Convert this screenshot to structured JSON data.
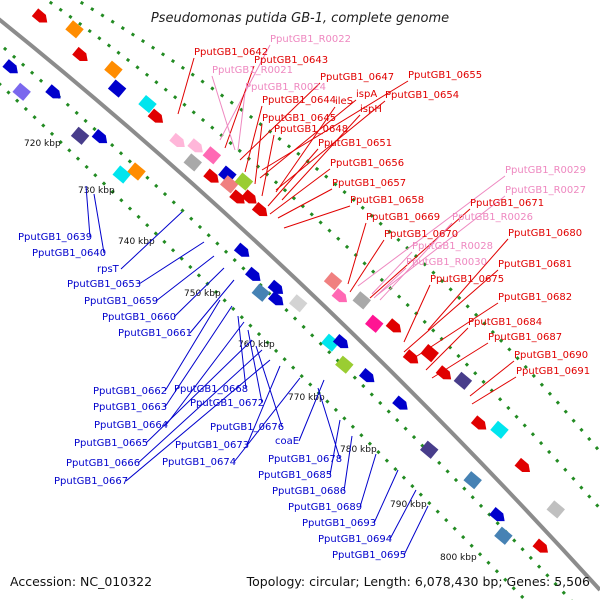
{
  "title": "Pseudomonas putida GB-1, complete genome",
  "footer": {
    "accession": "Accession: NC_010322",
    "summary": "Topology: circular; Length: 6,078,430 bp; Genes: 5,506"
  },
  "colors": {
    "cds_forward": "#e00000",
    "rna": "#ee88c0",
    "cds_reverse": "#0000cc",
    "backbone": "#8c8c8c",
    "dots": "#228b22"
  },
  "ticks": [
    "720 kbp",
    "730 kbp",
    "740 kbp",
    "750 kbp",
    "760 kbp",
    "770 kbp",
    "780 kbp",
    "790 kbp",
    "800 kbp"
  ],
  "labels_right": [
    {
      "text": "PputGB1_0642",
      "kind": "red"
    },
    {
      "text": "PputGB1_R0022",
      "kind": "pink"
    },
    {
      "text": "PputGB1_0643",
      "kind": "red"
    },
    {
      "text": "PputGB1_R0021",
      "kind": "pink"
    },
    {
      "text": "PputGB1_0647",
      "kind": "red"
    },
    {
      "text": "PputGB1_0655",
      "kind": "red"
    },
    {
      "text": "PputGB1_R0024",
      "kind": "pink"
    },
    {
      "text": "ispA",
      "kind": "red"
    },
    {
      "text": "PputGB1_0654",
      "kind": "red"
    },
    {
      "text": "PputGB1_0644",
      "kind": "red"
    },
    {
      "text": "ileS",
      "kind": "red"
    },
    {
      "text": "ispH",
      "kind": "red"
    },
    {
      "text": "PputGB1_0645",
      "kind": "red"
    },
    {
      "text": "PputGB1_0648",
      "kind": "red"
    },
    {
      "text": "PputGB1_0651",
      "kind": "red"
    },
    {
      "text": "PputGB1_0656",
      "kind": "red"
    },
    {
      "text": "PputGB1_0657",
      "kind": "red"
    },
    {
      "text": "PputGB1_R0029",
      "kind": "pink"
    },
    {
      "text": "PputGB1_R0027",
      "kind": "pink"
    },
    {
      "text": "PputGB1_0658",
      "kind": "red"
    },
    {
      "text": "PputGB1_0671",
      "kind": "red"
    },
    {
      "text": "PputGB1_0669",
      "kind": "red"
    },
    {
      "text": "PputGB1_R0026",
      "kind": "pink"
    },
    {
      "text": "PputGB1_0670",
      "kind": "red"
    },
    {
      "text": "PputGB1_0680",
      "kind": "red"
    },
    {
      "text": "PputGB1_R0028",
      "kind": "pink"
    },
    {
      "text": "PputGB1_R0030",
      "kind": "pink"
    },
    {
      "text": "PputGB1_0681",
      "kind": "red"
    },
    {
      "text": "PputGB1_0675",
      "kind": "red"
    },
    {
      "text": "PputGB1_0682",
      "kind": "red"
    },
    {
      "text": "PputGB1_0684",
      "kind": "red"
    },
    {
      "text": "PputGB1_0687",
      "kind": "red"
    },
    {
      "text": "PputGB1_0690",
      "kind": "red"
    },
    {
      "text": "PputGB1_0691",
      "kind": "red"
    }
  ],
  "labels_left": [
    {
      "text": "PputGB1_0639",
      "kind": "blue"
    },
    {
      "text": "PputGB1_0640",
      "kind": "blue"
    },
    {
      "text": "rpsT",
      "kind": "blue"
    },
    {
      "text": "PputGB1_0653",
      "kind": "blue"
    },
    {
      "text": "PputGB1_0659",
      "kind": "blue"
    },
    {
      "text": "PputGB1_0660",
      "kind": "blue"
    },
    {
      "text": "PputGB1_0661",
      "kind": "blue"
    },
    {
      "text": "PputGB1_0662",
      "kind": "blue"
    },
    {
      "text": "PputGB1_0668",
      "kind": "blue"
    },
    {
      "text": "PputGB1_0663",
      "kind": "blue"
    },
    {
      "text": "PputGB1_0672",
      "kind": "blue"
    },
    {
      "text": "PputGB1_0664",
      "kind": "blue"
    },
    {
      "text": "PputGB1_0676",
      "kind": "blue"
    },
    {
      "text": "PputGB1_0665",
      "kind": "blue"
    },
    {
      "text": "PputGB1_0673",
      "kind": "blue"
    },
    {
      "text": "coaE",
      "kind": "blue"
    },
    {
      "text": "PputGB1_0666",
      "kind": "blue"
    },
    {
      "text": "PputGB1_0674",
      "kind": "blue"
    },
    {
      "text": "PputGB1_0678",
      "kind": "blue"
    },
    {
      "text": "PputGB1_0667",
      "kind": "blue"
    },
    {
      "text": "PputGB1_0685",
      "kind": "blue"
    },
    {
      "text": "PputGB1_0686",
      "kind": "blue"
    },
    {
      "text": "PputGB1_0689",
      "kind": "blue"
    },
    {
      "text": "PputGB1_0693",
      "kind": "blue"
    },
    {
      "text": "PputGB1_0694",
      "kind": "blue"
    },
    {
      "text": "PputGB1_0695",
      "kind": "blue"
    }
  ]
}
